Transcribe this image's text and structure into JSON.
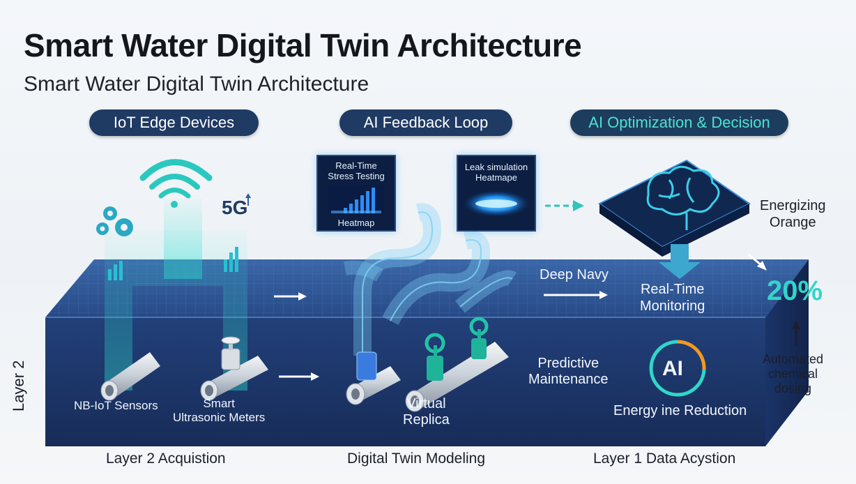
{
  "title": "Smart Water Digital Twin Architecture",
  "subtitle": "Smart Water Digital Twin Architecture",
  "headers": {
    "iot": "IoT Edge Devices",
    "feedback": "AI Feedback Loop",
    "optimization": "AI Optimization & Decision"
  },
  "panels": {
    "stress_title": "Real-Time\nStress Testing",
    "stress_caption": "Heatmap",
    "leak_title": "Leak simulation\nHeatmape"
  },
  "labels": {
    "fiveg": "5G",
    "energizing": "Energizing\nOrange",
    "deep_navy": "Deep Navy",
    "realtime": "Real-Time\nMonitoring",
    "percent": "20%",
    "layer_side": "Layer 2",
    "nb_iot": "NB-IoT Sensors",
    "smart_meters": "Smart\nUltrasonic Meters",
    "virtual_replica": "Virtual\nReplica",
    "predictive": "Predictive\nMaintenance",
    "ai_badge": "AI",
    "energy_reduction": "Energy ine Reduction",
    "automated": "Automated\nchemical\ndosing"
  },
  "footer": {
    "left": "Layer 2 Acquistion",
    "center": "Digital Twin Modeling",
    "right": "Layer 1 Data Acystion"
  },
  "colors": {
    "navy": "#1f3a63",
    "block_front": "#1c3565",
    "block_top": "#2a4c86",
    "teal": "#31d6c8",
    "orange": "#f29a1f"
  }
}
